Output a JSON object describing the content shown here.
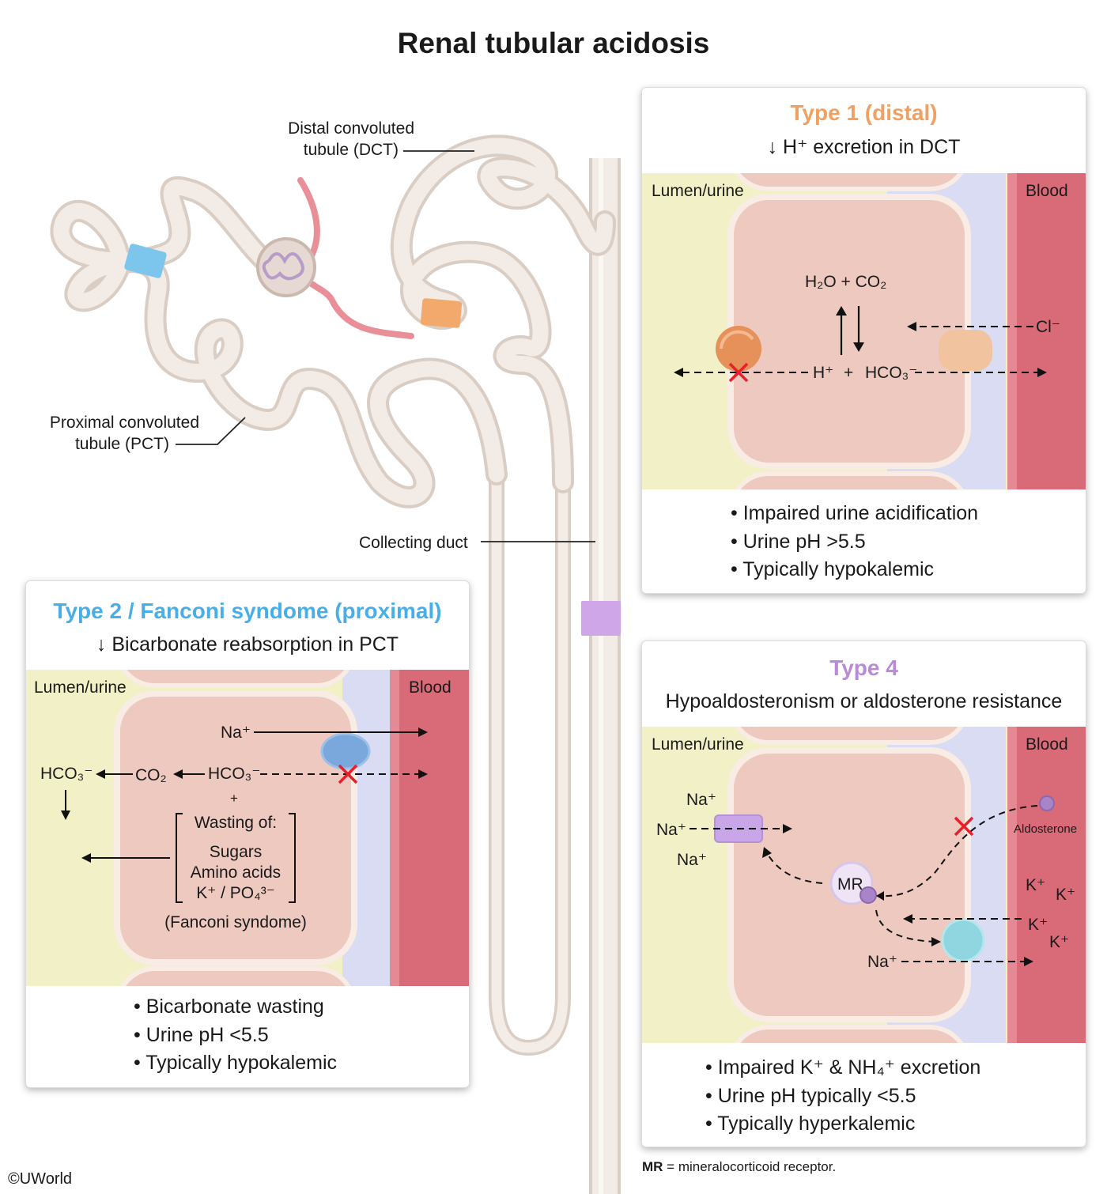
{
  "title": "Renal tubular acidosis",
  "nephron_labels": {
    "dct_line1": "Distal convoluted",
    "dct_line2": "tubule (DCT)",
    "pct_line1": "Proximal convoluted",
    "pct_line2": "tubule (PCT)",
    "collecting_duct": "Collecting duct"
  },
  "colors": {
    "pct_marker": "#7cc6ee",
    "dct_marker": "#f3a86c",
    "cd_marker": "#cfa6e8",
    "type1_title": "#f0a060",
    "type2_title": "#48aee8",
    "type4_title": "#b88ad8",
    "lumen": "#f2f0c6",
    "blood": "#d96a78",
    "interstitium": "#d9dcf2",
    "cell": "#edc9bf"
  },
  "type1": {
    "title": "Type 1 (distal)",
    "subtitle": "↓ H⁺ excretion in DCT",
    "lumen_label": "Lumen/urine",
    "blood_label": "Blood",
    "eq_h2o": "H₂O + CO₂",
    "eq_h": "H⁺",
    "eq_plus": "+",
    "eq_hco3": "HCO₃⁻",
    "cl": "Cl⁻",
    "bullets": [
      "Impaired urine acidification",
      "Urine pH >5.5",
      "Typically hypokalemic"
    ]
  },
  "type2": {
    "title": "Type 2 / Fanconi syndome (proximal)",
    "subtitle": "↓ Bicarbonate reabsorption in PCT",
    "lumen_label": "Lumen/urine",
    "blood_label": "Blood",
    "na": "Na⁺",
    "hco3_lumen": "HCO₃⁻",
    "co2": "CO₂",
    "hco3_cell": "HCO₃⁻",
    "plus": "+",
    "wasting_title": "Wasting of:",
    "wasting_items": [
      "Sugars",
      "Amino acids",
      "K⁺ / PO₄³⁻"
    ],
    "fanconi": "(Fanconi syndome)",
    "bullets": [
      "Bicarbonate wasting",
      "Urine pH <5.5",
      "Typically hypokalemic"
    ]
  },
  "type4": {
    "title": "Type 4",
    "subtitle": "Hypoaldosteronism or aldosterone resistance",
    "lumen_label": "Lumen/urine",
    "blood_label": "Blood",
    "na_top": "Na⁺",
    "na_mid": "Na⁺",
    "na_bot": "Na⁺",
    "mr": "MR",
    "aldosterone": "Aldosterone",
    "k1": "K⁺",
    "k2": "K⁺",
    "k3": "K⁺",
    "k4": "K⁺",
    "na_cell": "Na⁺",
    "bullets": [
      "Impaired K⁺ & NH₄⁺ excretion",
      "Urine pH typically <5.5",
      "Typically hyperkalemic"
    ]
  },
  "footnote": {
    "abbr": "MR",
    "text": " = mineralocorticoid receptor."
  },
  "copyright": "©UWorld"
}
